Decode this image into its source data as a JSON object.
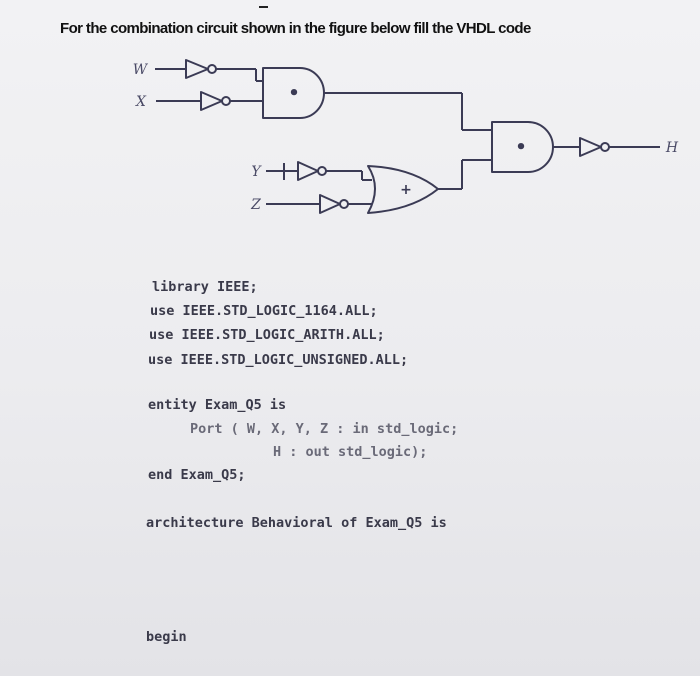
{
  "question": "For the combination circuit shown in the figure below fill the VHDL code",
  "diagram": {
    "inputs": [
      "W",
      "X",
      "Y",
      "Z"
    ],
    "output": "H",
    "and_symbol": "•",
    "or_symbol": "+"
  },
  "code": {
    "lines": [
      "library IEEE;",
      "use IEEE.STD_LOGIC_1164.ALL;",
      "use IEEE.STD_LOGIC_ARITH.ALL;",
      "use IEEE.STD_LOGIC_UNSIGNED.ALL;",
      "entity Exam_Q5 is",
      "Port ( W, X, Y, Z : in std_logic;",
      "H : out std_logic);",
      "end Exam_Q5;",
      "architecture Behavioral of Exam_Q5 is",
      "begin"
    ]
  }
}
